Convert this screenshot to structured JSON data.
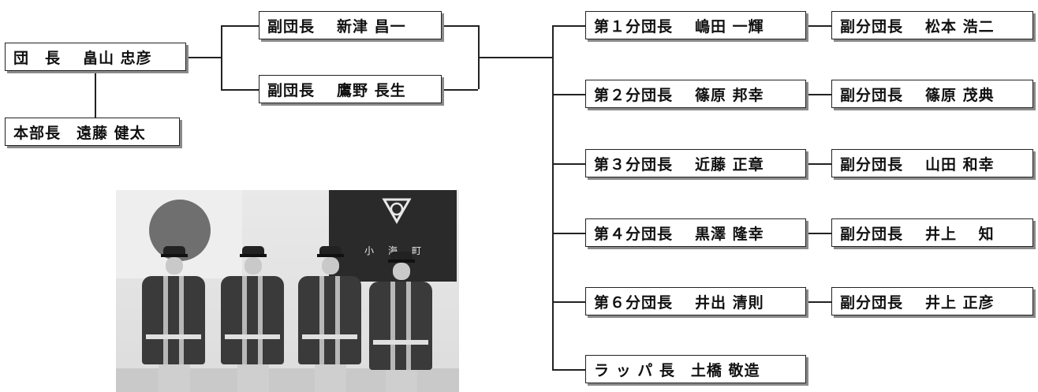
{
  "org": {
    "head": {
      "role": "団　長",
      "name": "畠山 忠彦"
    },
    "hq": {
      "role": "本部長",
      "name": "遠藤 健太"
    },
    "vice_heads": [
      {
        "role": "副団長",
        "name": "新津 昌一"
      },
      {
        "role": "副団長",
        "name": "鷹野 長生"
      }
    ],
    "divisions": [
      {
        "role": "第１分団長",
        "name": "嶋田 一輝",
        "vice_role": "副分団長",
        "vice_name": "松本 浩二"
      },
      {
        "role": "第２分団長",
        "name": "篠原 邦幸",
        "vice_role": "副分団長",
        "vice_name": "篠原 茂典"
      },
      {
        "role": "第３分団長",
        "name": "近藤 正章",
        "vice_role": "副分団長",
        "vice_name": "山田 和幸"
      },
      {
        "role": "第４分団長",
        "name": "黒澤 隆幸",
        "vice_role": "副分団長",
        "vice_name": "井上　 知"
      },
      {
        "role": "第６分団長",
        "name": "井出 清則",
        "vice_role": "副分団長",
        "vice_name": "井上 正彦"
      }
    ],
    "bugle": {
      "role": "ラ ッ パ 長",
      "name": "土橋 敬造"
    }
  },
  "photo": {
    "banner_text": "小海町"
  }
}
